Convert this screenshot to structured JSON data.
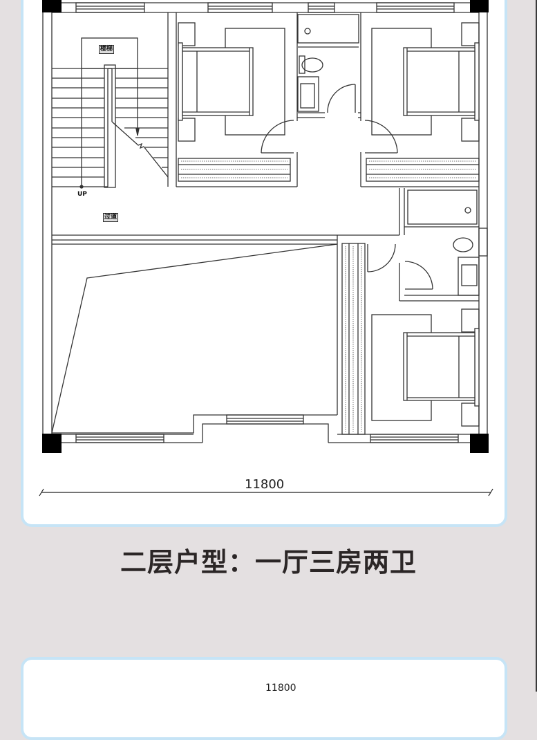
{
  "floor_plan": {
    "title": "二层户型：一厅三房两卫",
    "overall_width_dimension": "11800",
    "labels": {
      "stair": "楼梯",
      "corridor": "过道",
      "up": "UP"
    },
    "rooms": [
      {
        "name": "staircase",
        "type": "stair"
      },
      {
        "name": "bedroom-1",
        "type": "bedroom",
        "furniture": [
          "double-bed",
          "nightstands",
          "rug",
          "wardrobe"
        ]
      },
      {
        "name": "bathroom-1",
        "type": "bathroom",
        "fixtures": [
          "bathtub",
          "toilet",
          "sink"
        ]
      },
      {
        "name": "bedroom-2",
        "type": "bedroom",
        "furniture": [
          "double-bed",
          "nightstands",
          "rug",
          "wardrobe"
        ]
      },
      {
        "name": "bathroom-2",
        "type": "bathroom",
        "fixtures": [
          "bathtub",
          "toilet",
          "sink"
        ]
      },
      {
        "name": "bedroom-3",
        "type": "bedroom",
        "furniture": [
          "double-bed",
          "nightstands",
          "rug",
          "wardrobe"
        ]
      },
      {
        "name": "open-void",
        "type": "double-height void"
      },
      {
        "name": "corridor",
        "type": "corridor"
      }
    ]
  },
  "next_card": {
    "dimension": "11800"
  },
  "colors": {
    "page_bg": "#e4e0e1",
    "card_border": "#c6e4f6",
    "line": "#333333",
    "caption": "#2b2626"
  }
}
